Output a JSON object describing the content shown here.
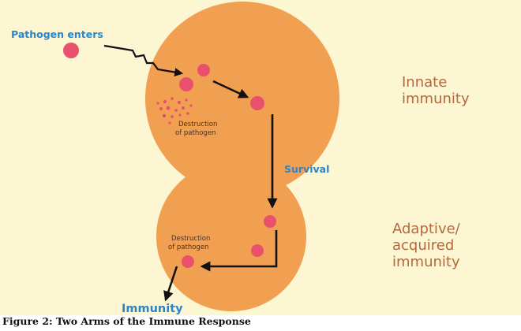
{
  "labels": {
    "pathogen_enters": "Pathogen enters",
    "innate_line1": "Innate",
    "innate_line2": "immunity",
    "destruction_top_line1": "Destruction",
    "destruction_top_line2": "of pathogen",
    "survival": "Survival",
    "adaptive_line1": "Adaptive/",
    "adaptive_line2": "acquired",
    "adaptive_line3": "immunity",
    "destruction_bottom_line1": "Destruction",
    "destruction_bottom_line2": "of pathogen",
    "immunity": "Immunity"
  },
  "caption": "Figure 2: Two Arms of the Immune Response",
  "colors": {
    "background": "#fcf6d2",
    "cell": "#f0a050",
    "pathogen": "#e8506e",
    "blue_label": "#2a86c8",
    "brown_label": "#b5683e",
    "arrow": "#111111"
  }
}
